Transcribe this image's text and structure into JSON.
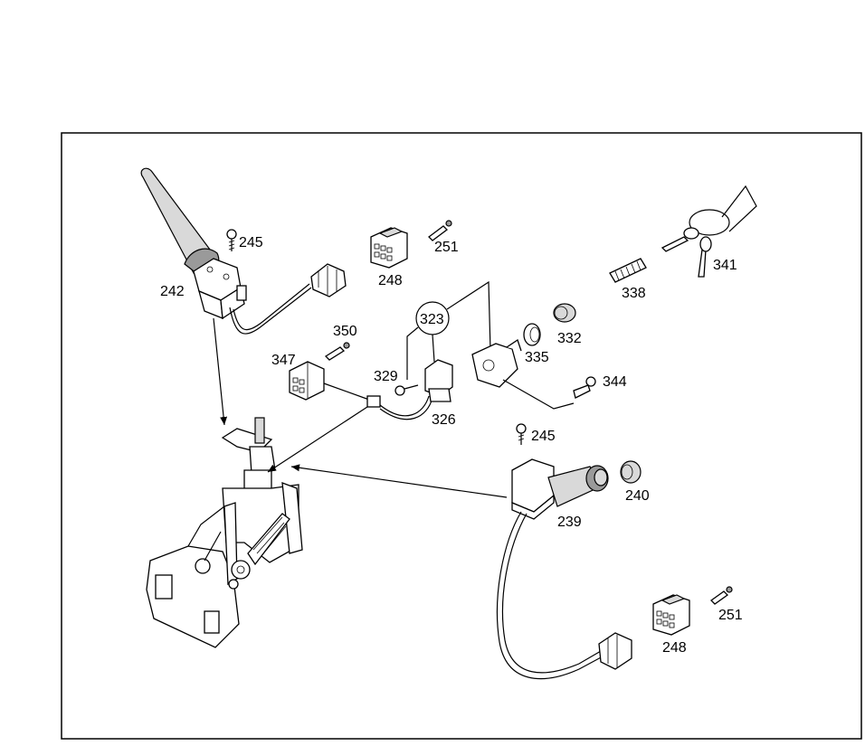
{
  "callouts": {
    "c242": "242",
    "c245a": "245",
    "c248a": "248",
    "c251a": "251",
    "c350": "350",
    "c347": "347",
    "c323": "323",
    "c329": "329",
    "c326": "326",
    "c335": "335",
    "c332": "332",
    "c338": "338",
    "c341": "341",
    "c344": "344",
    "c245b": "245",
    "c239": "239",
    "c240": "240",
    "c248b": "248",
    "c251b": "251"
  }
}
